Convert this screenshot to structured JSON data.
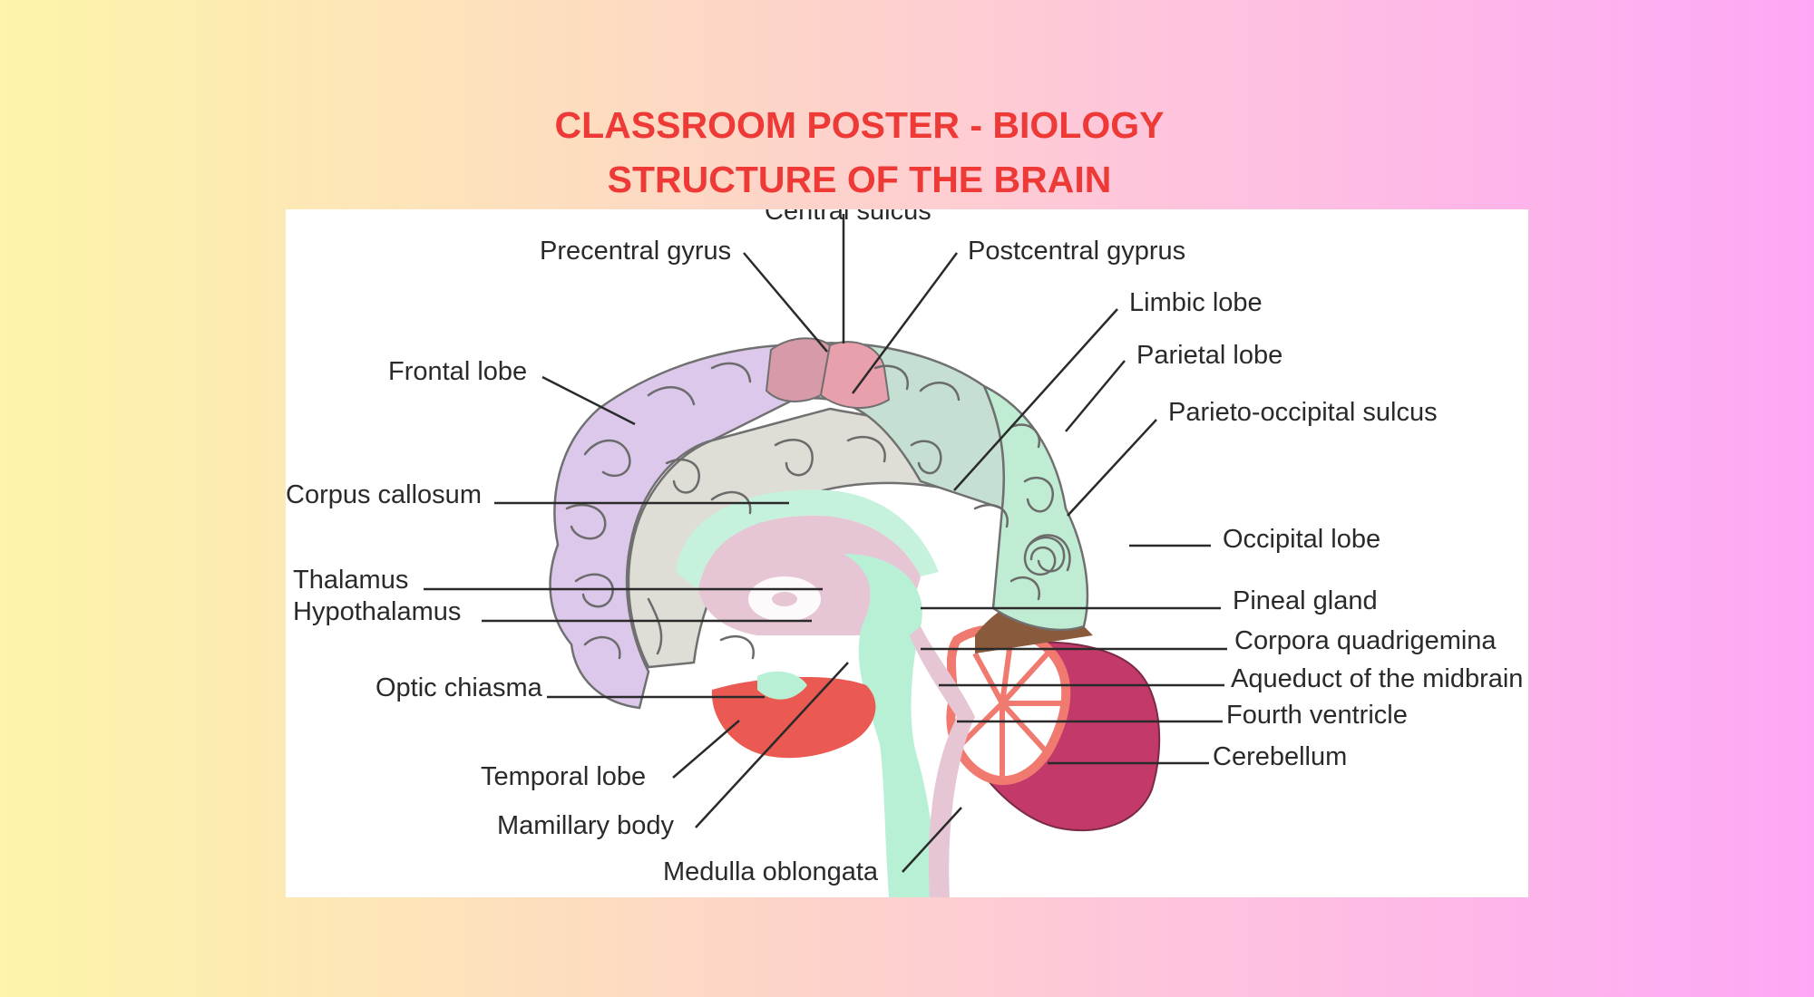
{
  "poster": {
    "title_line1": "CLASSROOM POSTER - BIOLOGY",
    "title_line2": "STRUCTURE OF THE BRAIN"
  },
  "colors": {
    "title": "#ee3a37",
    "frontal_lobe": "#dcc8ea",
    "parietal_lobe": "#c5e0d2",
    "occipital_lobe": "#bfecd2",
    "limbic_lobe": "#deddd6",
    "precentral_gyrus": "#d79aa8",
    "postcentral_gyrus": "#e8a0ac",
    "temporal_lobe": "#ea5a52",
    "brainstem": "#b8f0d6",
    "cerebellum": "#c33a6a"
  },
  "labels": {
    "central_sulcus": "Central sulcus",
    "precentral_gyrus": "Precentral gyrus",
    "postcentral_gyrus": "Postcentral gyprus",
    "limbic_lobe": "Limbic lobe",
    "parietal_lobe": "Parietal lobe",
    "frontal_lobe": "Frontal lobe",
    "parieto_occipital_sulcus": "Parieto-occipital sulcus",
    "corpus_callosum": "Corpus callosum",
    "occipital_lobe": "Occipital lobe",
    "thalamus": "Thalamus",
    "hypothalamus": "Hypothalamus",
    "pineal_gland": "Pineal gland",
    "corpora_quadrigemina": "Corpora quadrigemina",
    "optic_chiasma": "Optic chiasma",
    "aqueduct": "Aqueduct of the midbrain",
    "fourth_ventricle": "Fourth ventricle",
    "cerebellum": "Cerebellum",
    "temporal_lobe": "Temporal lobe",
    "mamillary_body": "Mamillary body",
    "medulla_oblongata": "Medulla oblongata"
  }
}
